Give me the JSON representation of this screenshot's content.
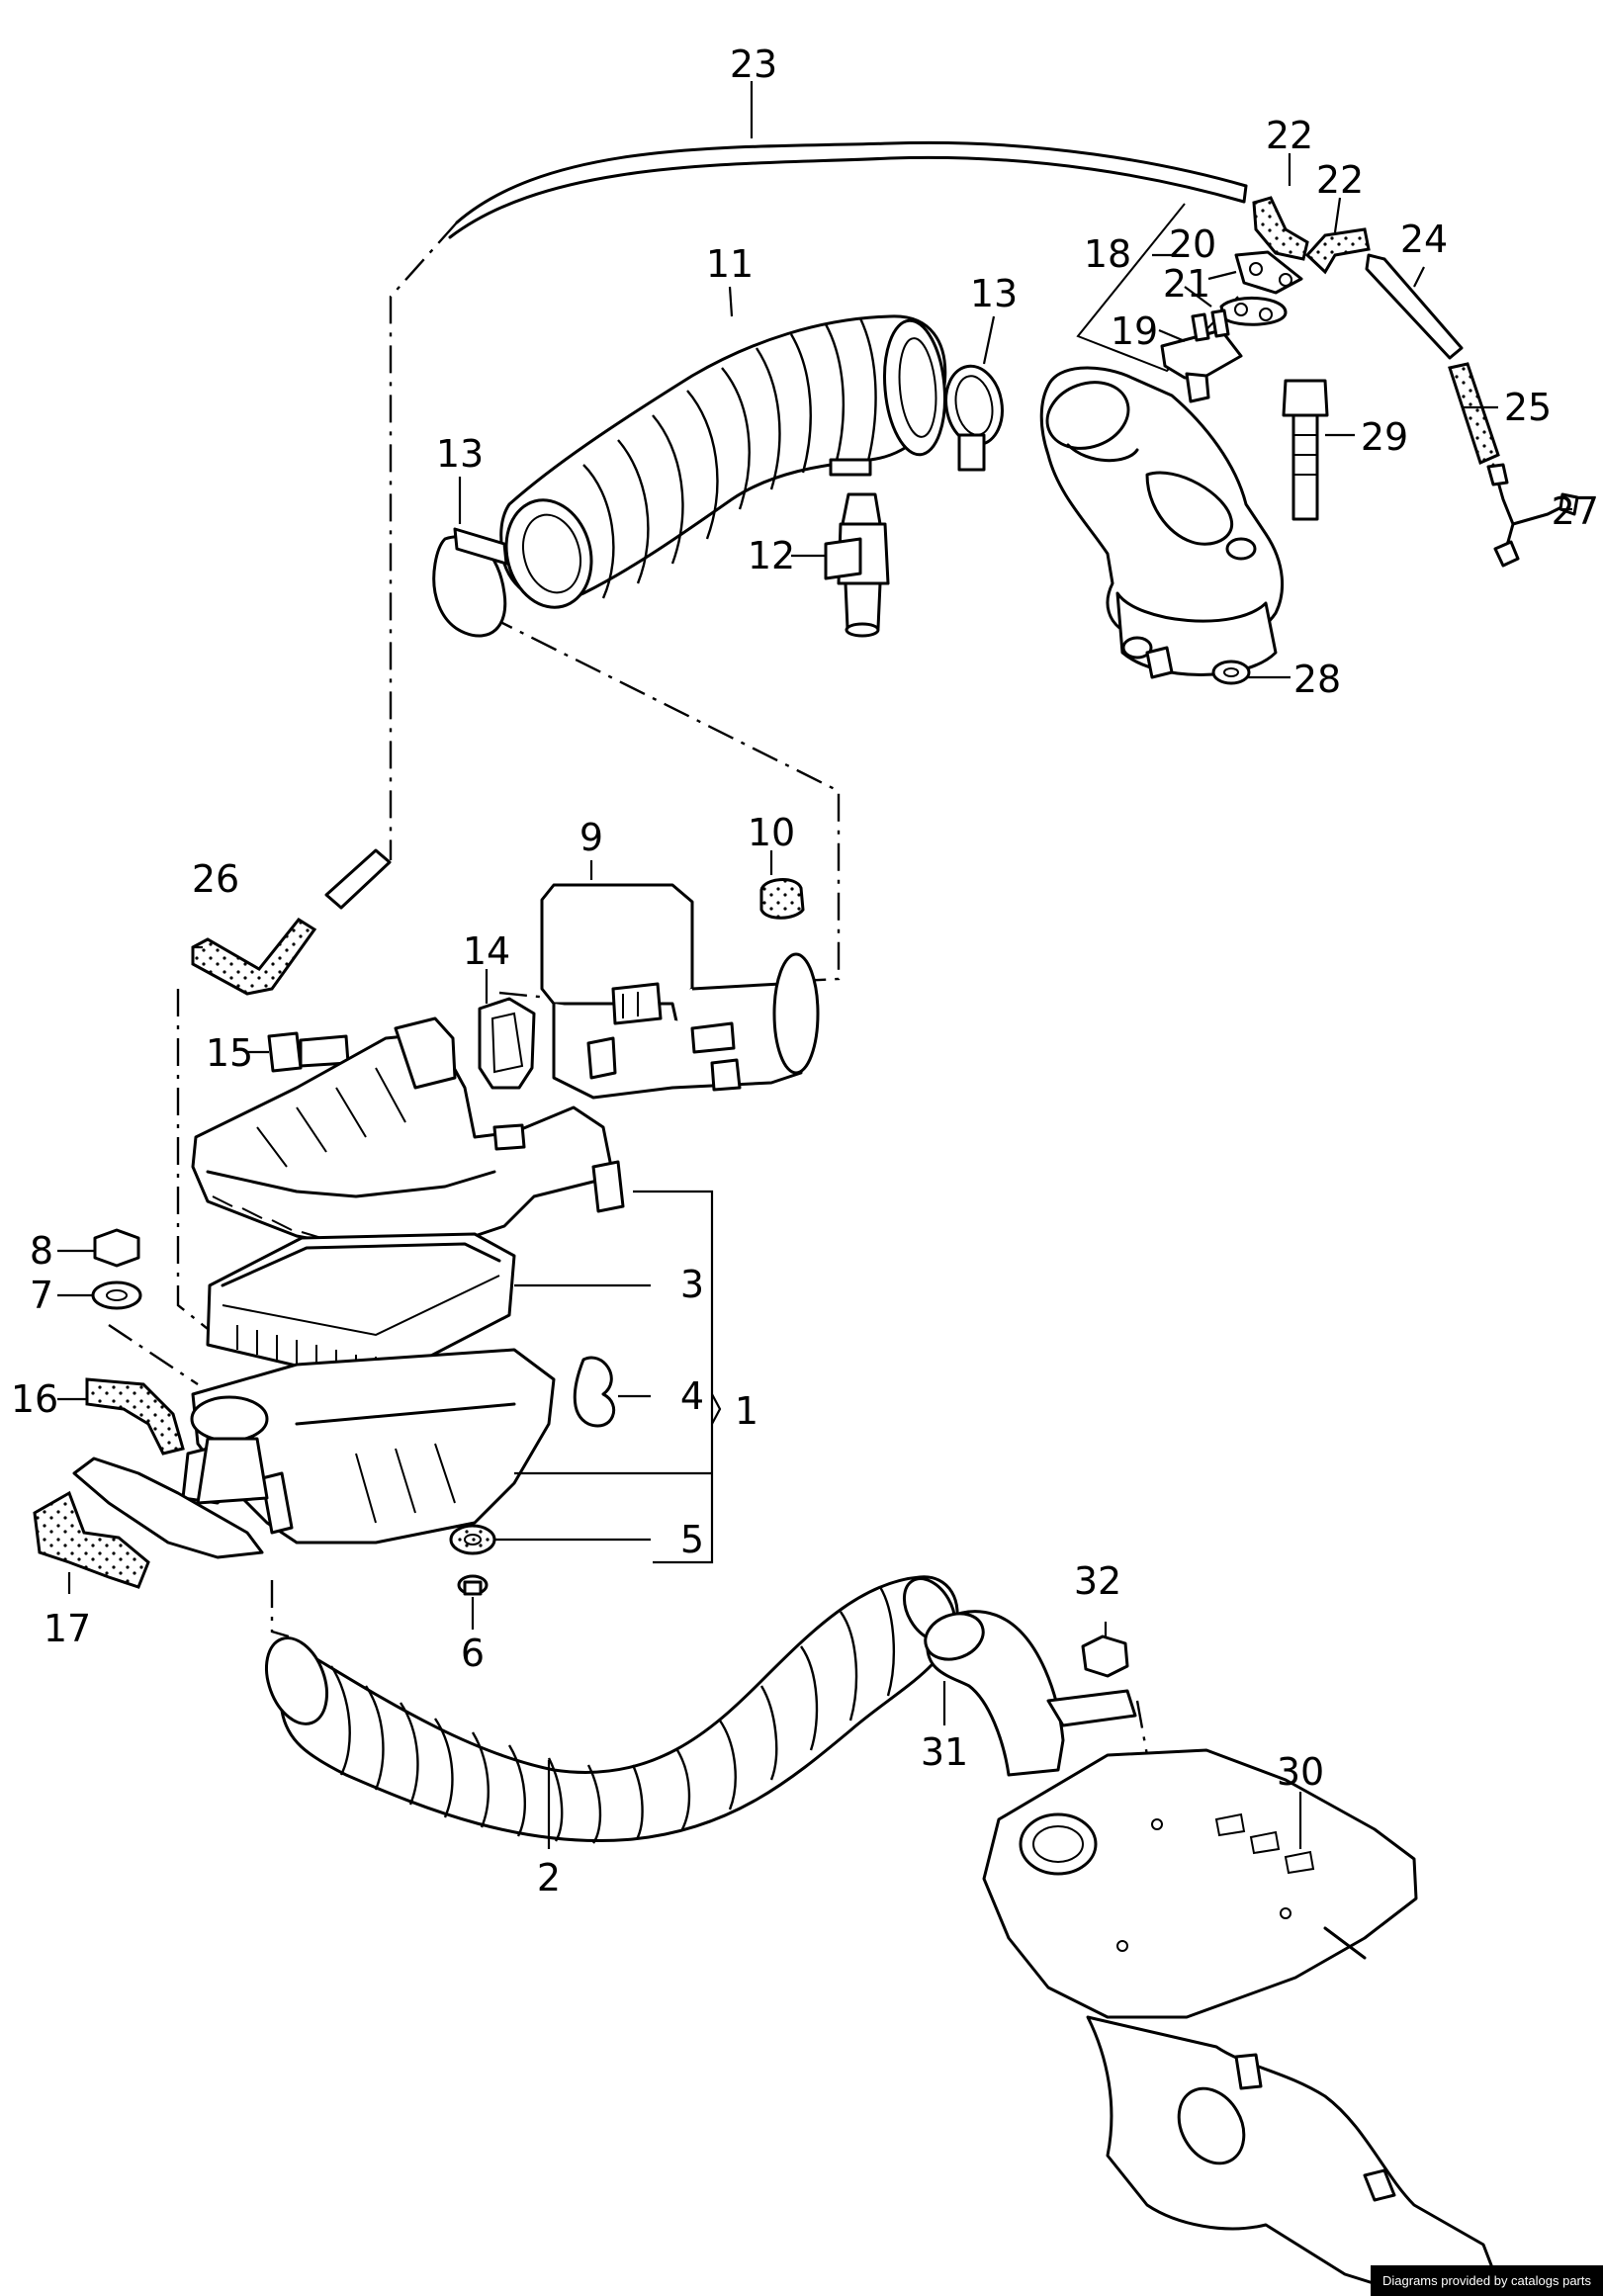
{
  "labels": {
    "n1": "1",
    "n2": "2",
    "n3": "3",
    "n4": "4",
    "n5": "5",
    "n6": "6",
    "n7": "7",
    "n8": "8",
    "n9": "9",
    "n10": "10",
    "n11": "11",
    "n12": "12",
    "n13": "13",
    "n14": "14",
    "n15": "15",
    "n16": "16",
    "n17": "17",
    "n18": "18",
    "n19": "19",
    "n20": "20",
    "n21": "21",
    "n22": "22",
    "n23": "23",
    "n24": "24",
    "n25": "25",
    "n26": "26",
    "n27": "27",
    "n28": "28",
    "n29": "29",
    "n30": "30",
    "n31": "31",
    "n32": "32"
  },
  "footer": {
    "credit": "Diagrams provided by catalogs parts"
  }
}
